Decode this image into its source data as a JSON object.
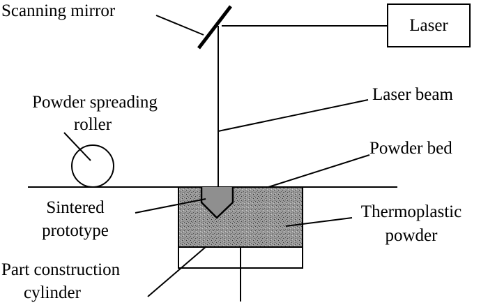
{
  "diagram": {
    "labels": {
      "scanning_mirror": "Scanning mirror",
      "laser": "Laser",
      "powder_spreading_roller_line1": "Powder spreading",
      "powder_spreading_roller_line2": "roller",
      "laser_beam": "Laser beam",
      "powder_bed": "Powder bed",
      "sintered_prototype_line1": "Sintered",
      "sintered_prototype_line2": "prototype",
      "thermoplastic_powder_line1": "Thermoplastic",
      "thermoplastic_powder_line2": "powder",
      "part_construction_cylinder_line1": "Part construction",
      "part_construction_cylinder_line2": "cylinder"
    },
    "colors": {
      "ink": "#000000",
      "powder_fill": "#8c8c8c",
      "background": "#ffffff"
    }
  }
}
